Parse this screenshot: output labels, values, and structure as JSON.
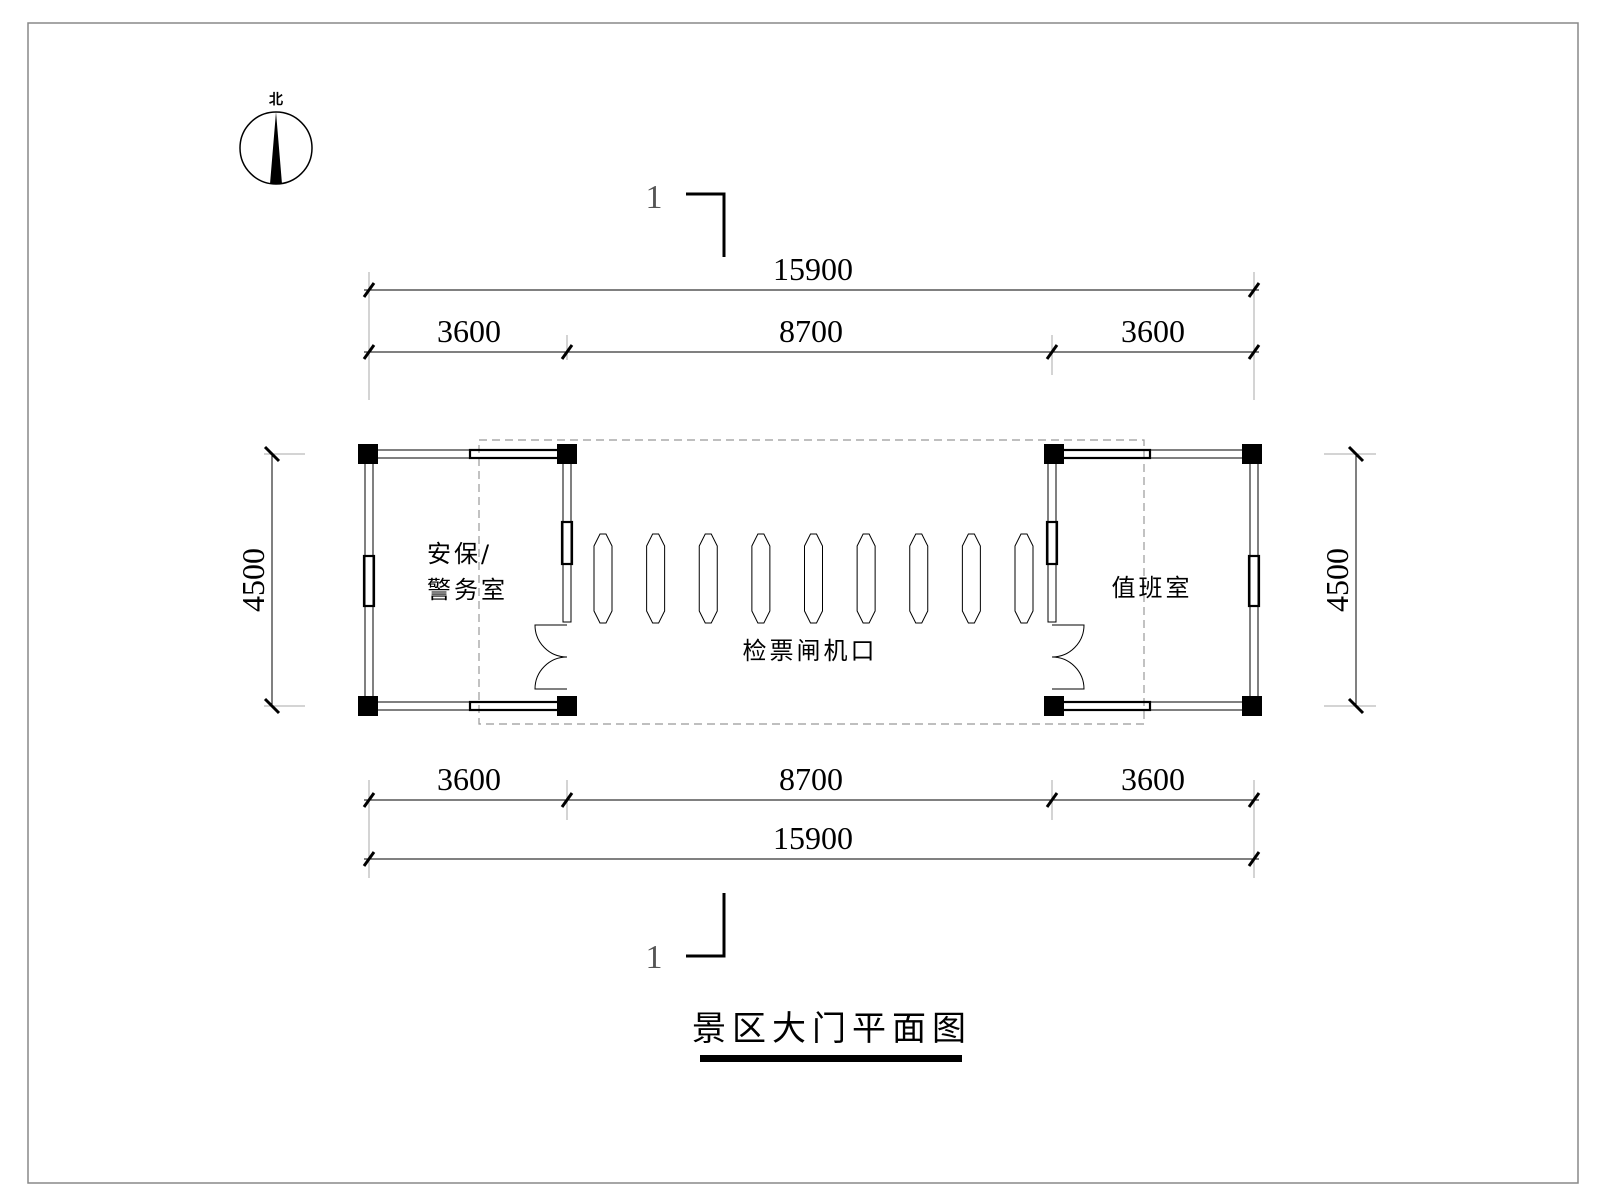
{
  "drawing": {
    "title": "景区大门平面图",
    "north_label": "北",
    "section_mark": "1"
  },
  "dimensions": {
    "top_total": "15900",
    "top_left": "3600",
    "top_middle": "8700",
    "top_right": "3600",
    "bottom_left": "3600",
    "bottom_middle": "8700",
    "bottom_right": "3600",
    "bottom_total": "15900",
    "left_height": "4500",
    "right_height": "4500"
  },
  "rooms": {
    "left_line1": "安保/",
    "left_line2": "警务室",
    "center": "检票闸机口",
    "right": "值班室"
  },
  "gates": {
    "count": 9
  },
  "colors": {
    "line": "#000000",
    "border": "#888888",
    "dashed": "#999999",
    "extension": "#aaaaaa"
  }
}
